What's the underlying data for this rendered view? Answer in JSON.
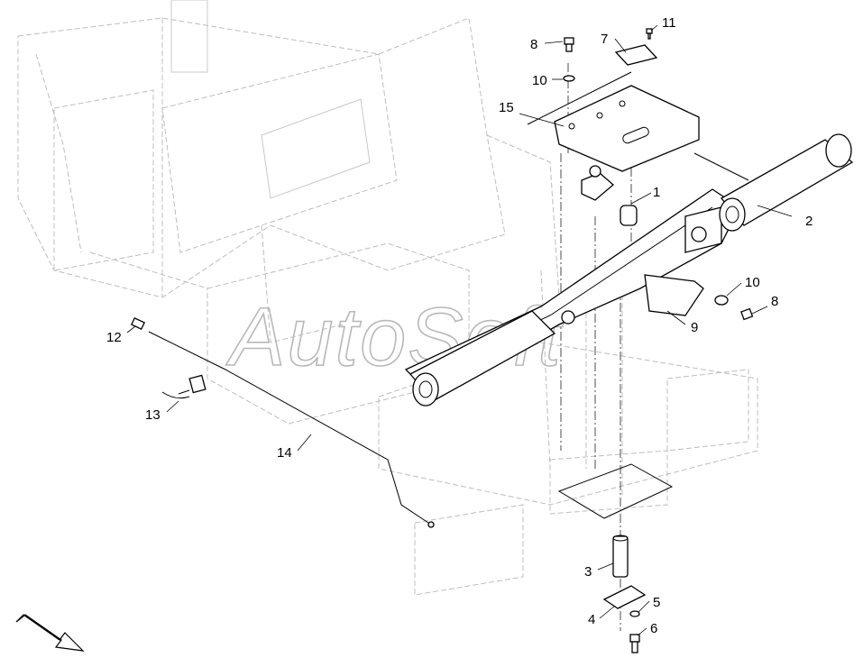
{
  "watermark": "AutoSoft",
  "callouts": [
    {
      "id": "c1",
      "label": "1"
    },
    {
      "id": "c2",
      "label": "2"
    },
    {
      "id": "c3",
      "label": "3"
    },
    {
      "id": "c4",
      "label": "4"
    },
    {
      "id": "c5",
      "label": "5"
    },
    {
      "id": "c6",
      "label": "6"
    },
    {
      "id": "c7",
      "label": "7"
    },
    {
      "id": "c8a",
      "label": "8"
    },
    {
      "id": "c8b",
      "label": "8"
    },
    {
      "id": "c9",
      "label": "9"
    },
    {
      "id": "c10a",
      "label": "10"
    },
    {
      "id": "c10b",
      "label": "10"
    },
    {
      "id": "c11",
      "label": "11"
    },
    {
      "id": "c12",
      "label": "12"
    },
    {
      "id": "c13",
      "label": "13"
    },
    {
      "id": "c14",
      "label": "14"
    },
    {
      "id": "c15",
      "label": "15"
    }
  ],
  "icons": {
    "orientation": "direction-arrow-icon"
  }
}
